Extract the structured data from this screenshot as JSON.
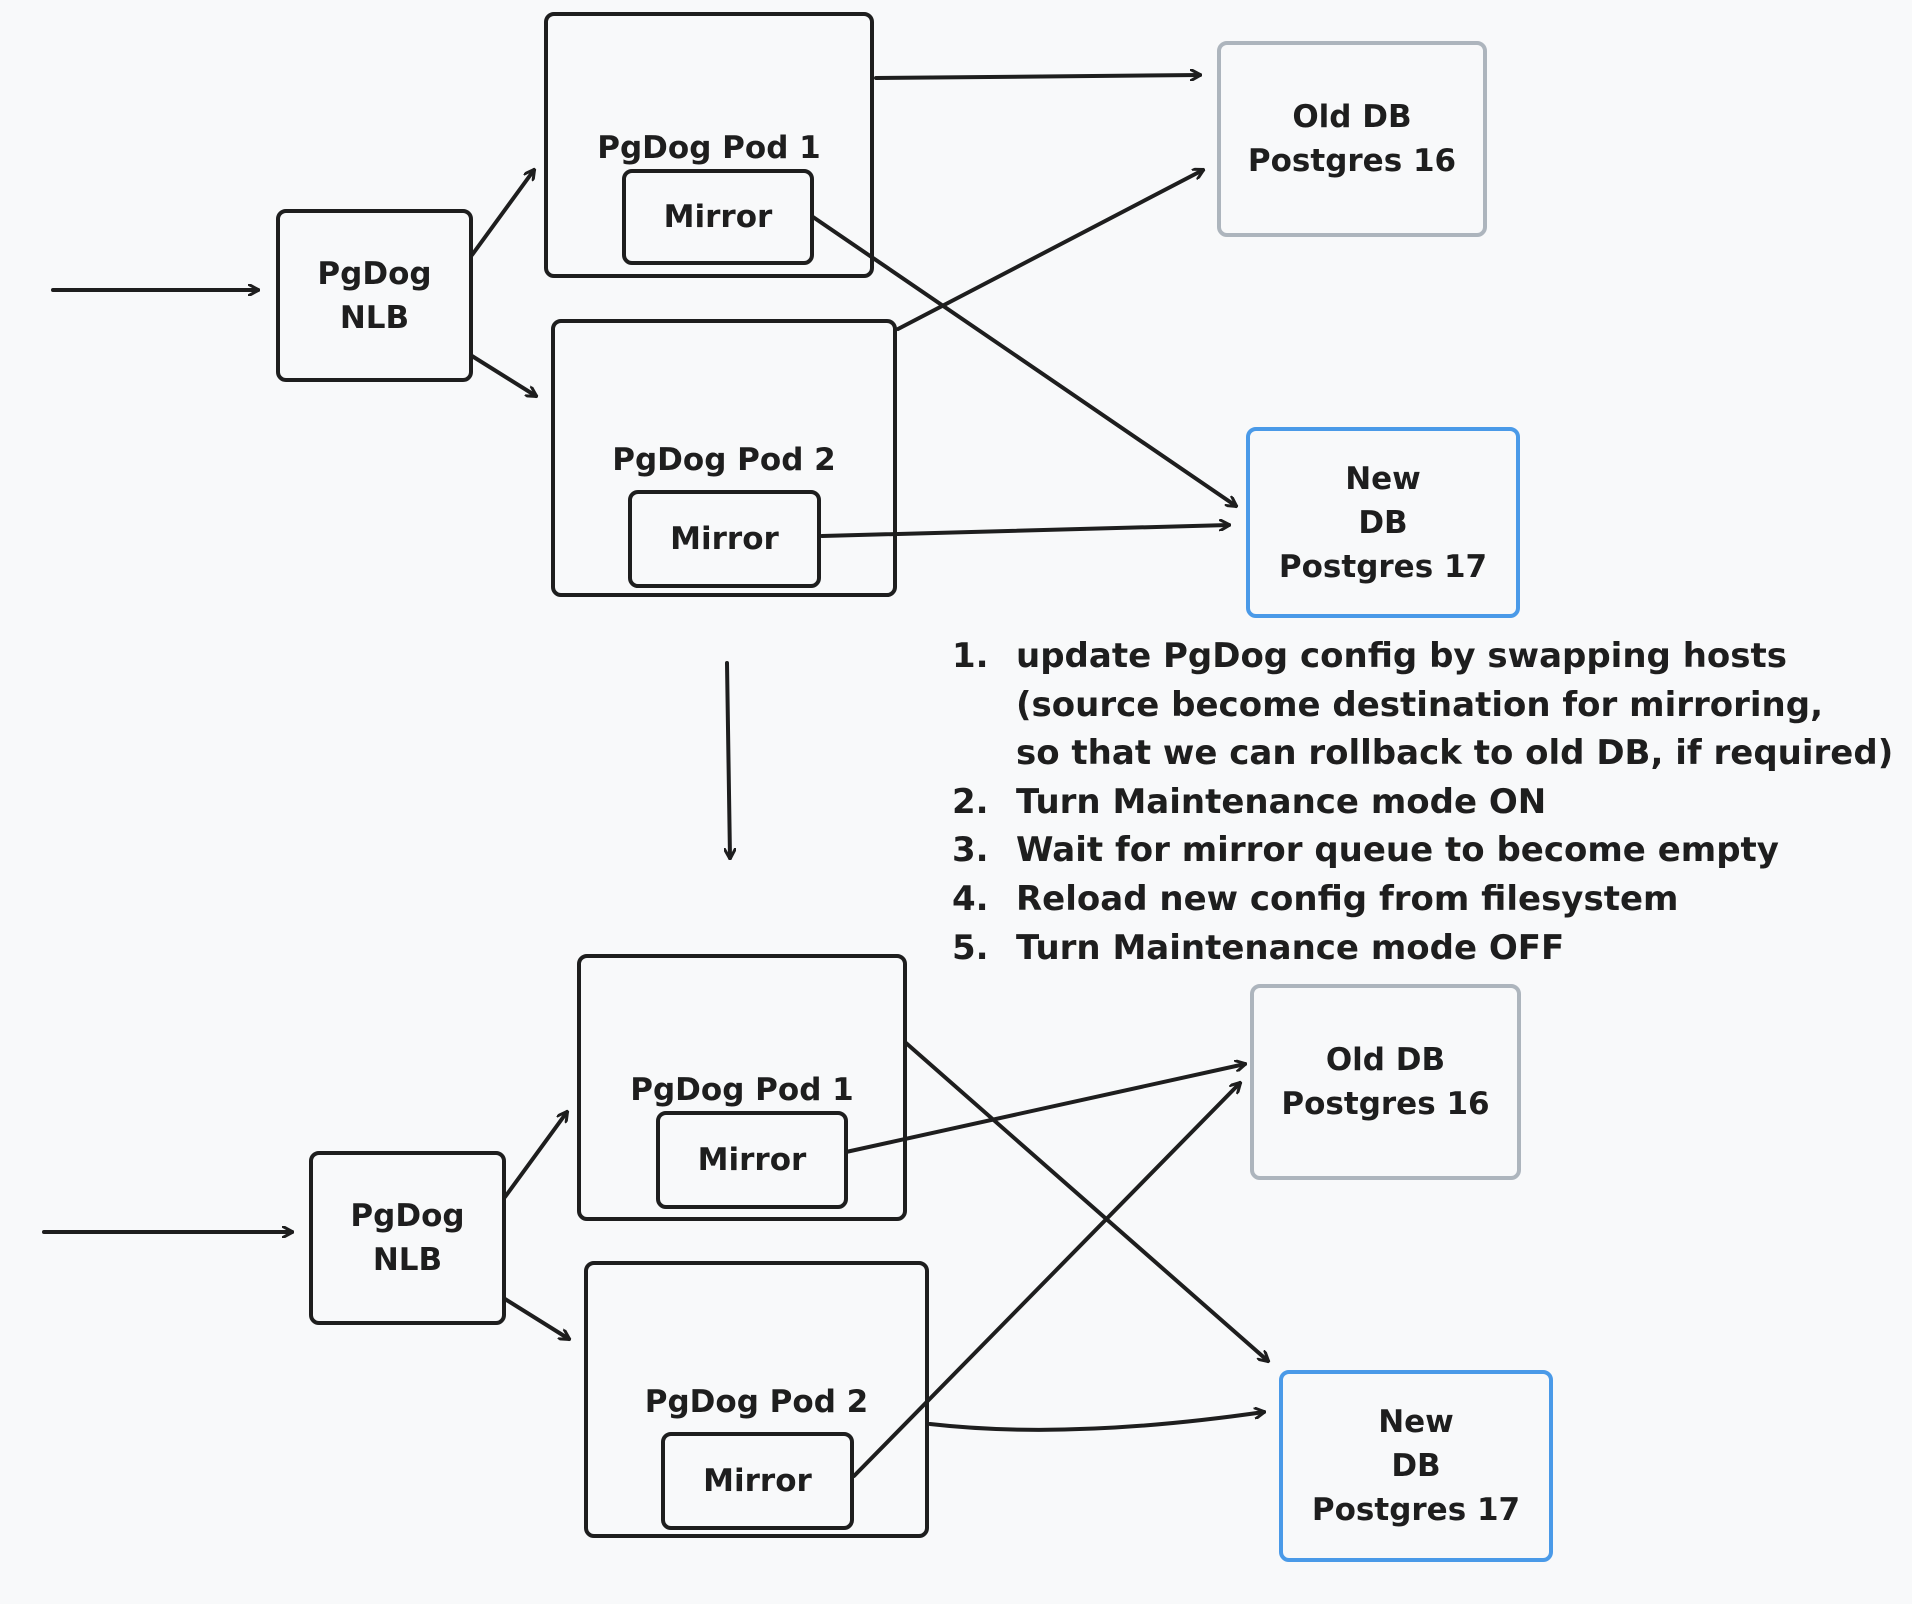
{
  "top": {
    "nlb_label": "PgDog\nNLB",
    "pod1_label": "PgDog Pod 1",
    "pod1_mirror": "Mirror",
    "pod2_label": "PgDog Pod 2",
    "pod2_mirror": "Mirror",
    "old_db_label": "Old DB\nPostgres 16",
    "new_db_label": "New\nDB\nPostgres 17"
  },
  "bottom": {
    "nlb_label": "PgDog\nNLB",
    "pod1_label": "PgDog Pod 1",
    "pod1_mirror": "Mirror",
    "pod2_label": "PgDog Pod 2",
    "pod2_mirror": "Mirror",
    "old_db_label": "Old DB\nPostgres 16",
    "new_db_label": "New\nDB\nPostgres 17"
  },
  "steps": [
    {
      "num": "1.",
      "text": "update PgDog config by swapping hosts\n(source become destination for mirroring,\nso that we can rollback to old DB, if required)"
    },
    {
      "num": "2.",
      "text": "Turn Maintenance mode ON"
    },
    {
      "num": "3.",
      "text": "Wait for mirror queue to become empty"
    },
    {
      "num": "4.",
      "text": "Reload new config from filesystem"
    },
    {
      "num": "5.",
      "text": "Turn Maintenance mode OFF"
    }
  ],
  "colors": {
    "stroke": "#1e1e1e",
    "old_db_border": "#adb5bd",
    "new_db_border": "#4a9ae8",
    "background": "#f8f9fa"
  }
}
